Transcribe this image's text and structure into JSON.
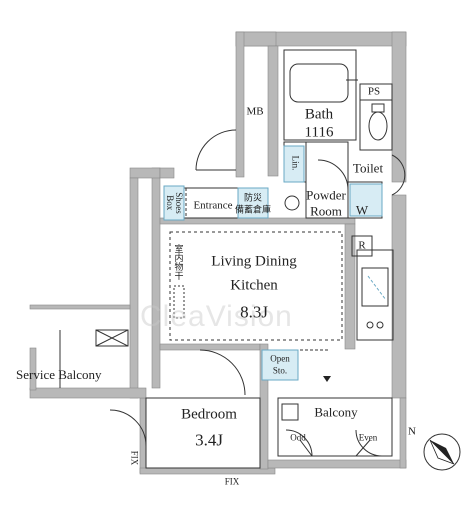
{
  "rooms": {
    "bath": "Bath",
    "bath_size": "1116",
    "mb": "MB",
    "ps": "PS",
    "toilet": "Toilet",
    "lin": "Lin.",
    "powder": "Powder",
    "powder_room": "Room",
    "w": "W",
    "shoes_box": "Shoes\nBox",
    "entrance": "Entrance",
    "bousai_1": "防災",
    "bousai_2": "備蓄倉庫",
    "r": "R",
    "living_1": "Living Dining",
    "living_2": "Kitchen",
    "living_size": "8.3J",
    "indoor_dry": "室内物干",
    "service_balcony": "Service Balcony",
    "open_sto_1": "Open",
    "open_sto_2": "Sto.",
    "bedroom": "Bedroom",
    "bedroom_size": "3.4J",
    "balcony": "Balcony",
    "odd": "Odd",
    "even": "Even",
    "fix_bottom": "FIX",
    "fix_left": "FIX",
    "compass_n": "N"
  },
  "watermark": "CleaVision",
  "colors": {
    "wall": "#b8b8b8",
    "line": "#333333",
    "storage_fill": "#d7ecf4",
    "storage_stroke": "#6aa9c4"
  }
}
